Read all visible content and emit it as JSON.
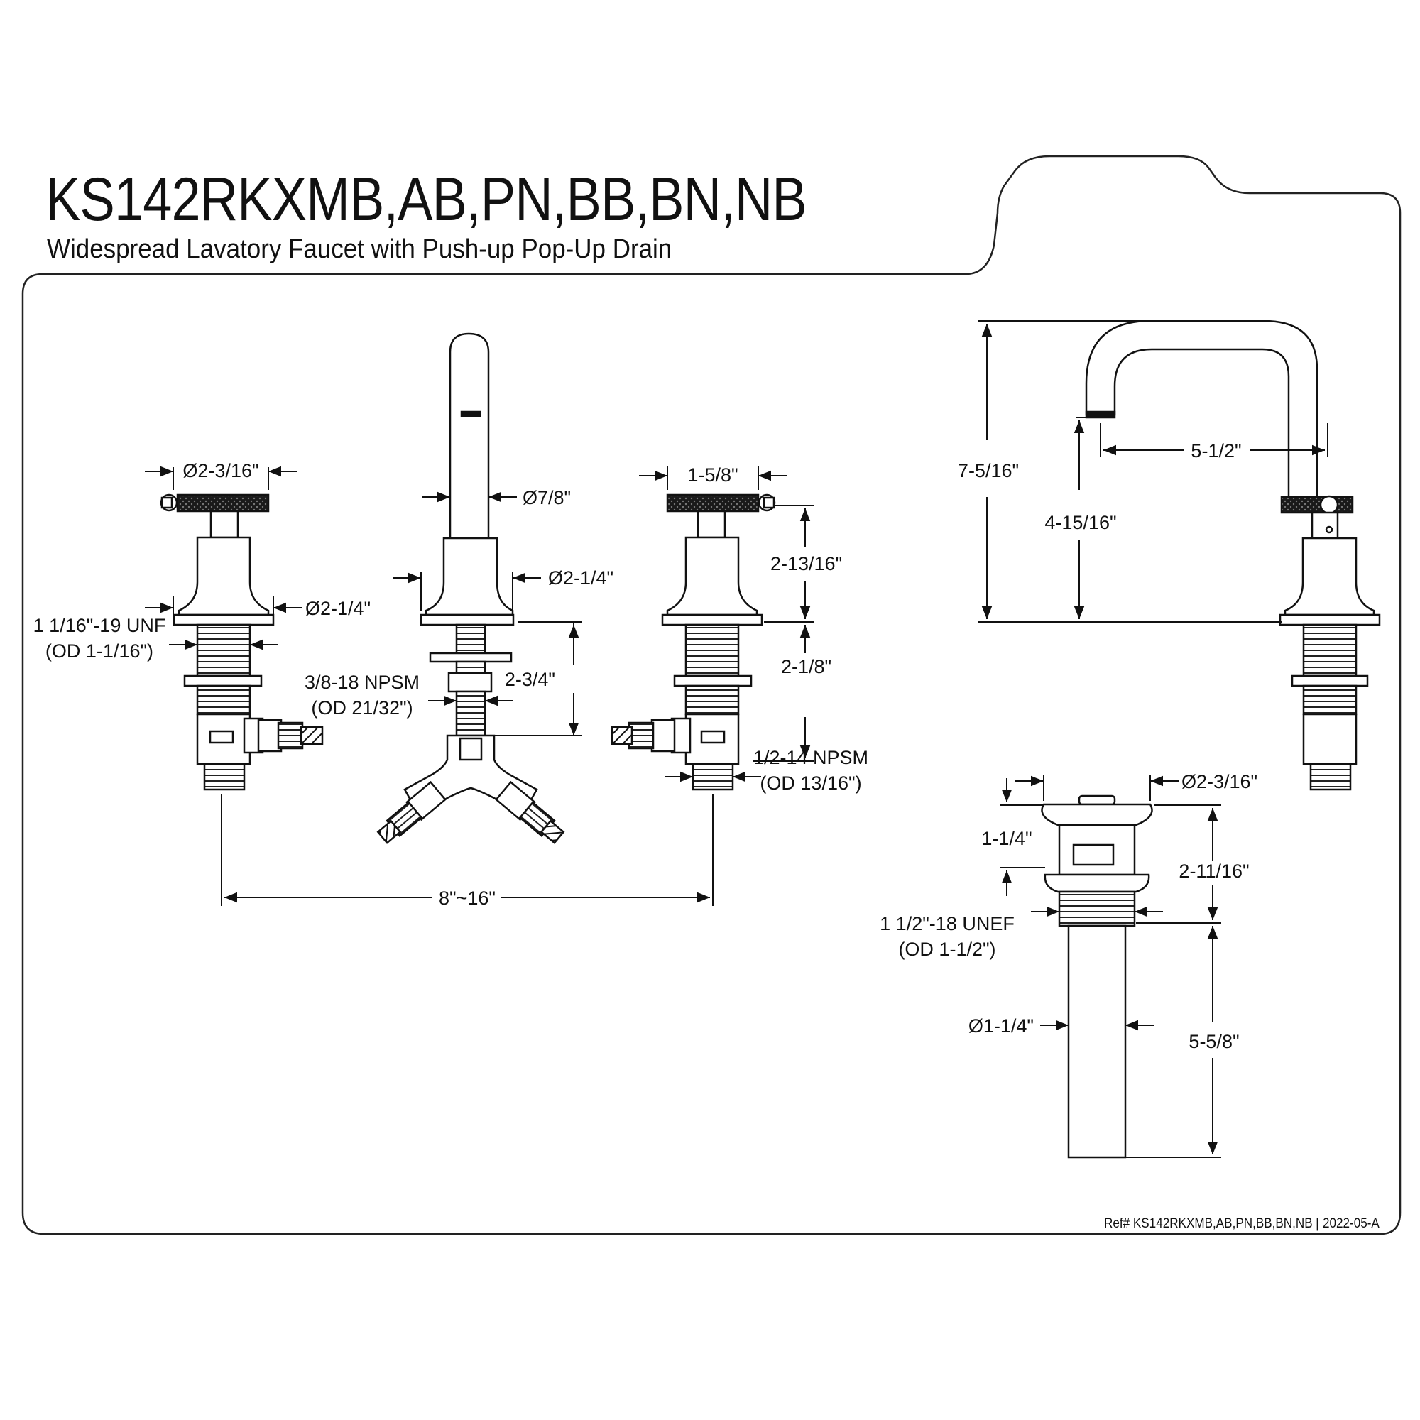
{
  "header": {
    "model": "KS142RKXMB,AB,PN,BB,BN,NB",
    "description": "Widespread Lavatory Faucet with Push-up Pop-Up Drain"
  },
  "footer": {
    "ref_prefix": "Ref# KS142RKXMB,AB,PN,BB,BN,NB",
    "separator": "|",
    "revision": "2022-05-A"
  },
  "dimensions": {
    "left_handle_dia": "Ø2-3/16\"",
    "left_flange_dia": "Ø2-1/4\"",
    "left_thread_1": "1 1/16\"-19 UNF",
    "left_thread_2": "(OD 1-1/16\")",
    "spout_dia": "Ø7/8\"",
    "spout_base_dia": "Ø2-1/4\"",
    "spout_thread_1": "3/8-18 NPSM",
    "spout_thread_2": "(OD 21/32\")",
    "spout_shank": "2-3/4\"",
    "right_handle_len": "1-5/8\"",
    "right_height_top": "2-13/16\"",
    "right_height_shank": "2-1/8\"",
    "right_thread_1": "1/2-14 NPSM",
    "right_thread_2": "(OD 13/16\")",
    "spread": "8\"~16\"",
    "side_total_height": "7-5/16\"",
    "side_spout_height": "4-15/16\"",
    "side_reach": "5-1/2\"",
    "drain_dia": "Ø2-3/16\"",
    "drain_top": "1-1/4\"",
    "drain_height": "2-11/16\"",
    "drain_thread_1": "1 1/2\"-18 UNEF",
    "drain_thread_2": "(OD 1-1/2\")",
    "drain_tail_dia": "Ø1-1/4\"",
    "drain_tail_len": "5-5/8\""
  }
}
